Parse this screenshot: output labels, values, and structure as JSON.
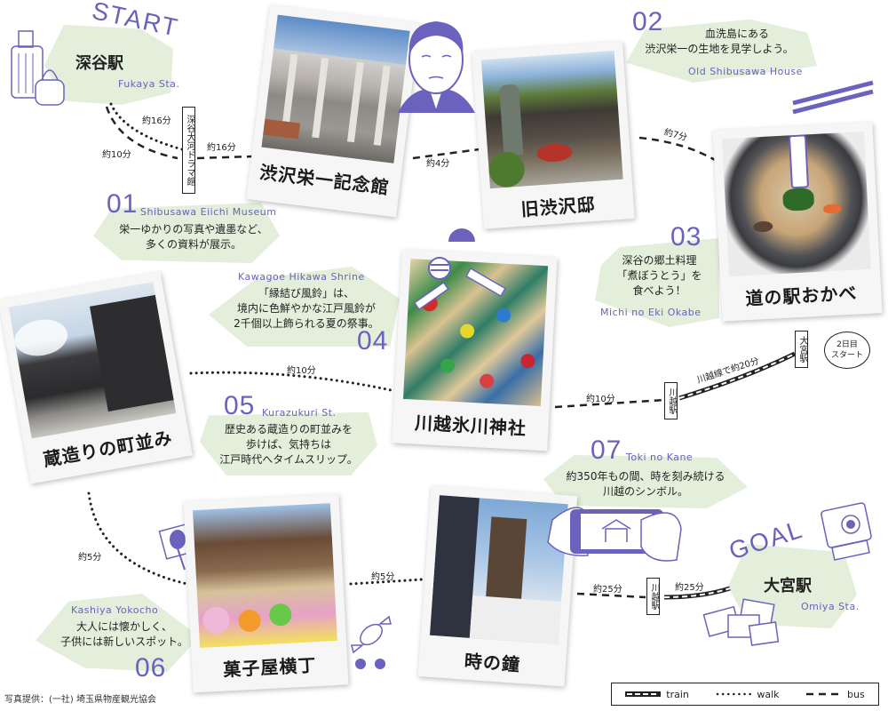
{
  "start": {
    "label": "START",
    "name_ja": "深谷駅",
    "name_en": "Fukaya Sta."
  },
  "goal": {
    "label": "GOAL",
    "name_ja": "大宮駅",
    "name_en": "Omiya Sta."
  },
  "spots": [
    {
      "number": "01",
      "name_en": "Shibusawa Eiichi Museum",
      "caption": "渋沢栄一記念館",
      "desc": [
        "栄一ゆかりの写真や遺墨など、",
        "多くの資料が展示。"
      ]
    },
    {
      "number": "02",
      "name_en": "Old Shibusawa House",
      "caption": "旧渋沢邸",
      "desc": [
        "血洗島にある",
        "渋沢栄一の生地を見学しよう。"
      ]
    },
    {
      "number": "03",
      "name_en": "Michi no Eki Okabe",
      "caption": "道の駅おかべ",
      "desc": [
        "深谷の郷土料理",
        "「煮ぼうとう」を",
        "食べよう！"
      ]
    },
    {
      "number": "04",
      "name_en": "Kawagoe Hikawa Shrine",
      "caption": "川越氷川神社",
      "desc": [
        "「縁結び風鈴」は、",
        "境内に色鮮やかな江戸風鈴が",
        "2千個以上飾られる夏の祭事。"
      ]
    },
    {
      "number": "05",
      "name_en": "Kurazukuri St.",
      "caption": "蔵造りの町並み",
      "desc": [
        "歴史ある蔵造りの町並みを",
        "歩けば、気持ちは",
        "江戸時代へタイムスリップ。"
      ]
    },
    {
      "number": "06",
      "name_en": "Kashiya Yokocho",
      "caption": "菓子屋横丁",
      "desc": [
        "大人には懐かしく、",
        "子供には新しいスポット。"
      ]
    },
    {
      "number": "07",
      "name_en": "Toki no Kane",
      "caption": "時の鐘",
      "desc": [
        "約350年もの間、時を刻み続ける",
        "川越のシンボル。"
      ]
    }
  ],
  "stations": {
    "drama_hall": "深谷大河ドラマ館",
    "kawagoe_1": "川越駅",
    "kawagoe_2": "川越駅",
    "omiya": "大宮駅"
  },
  "day2_bubble": [
    "2日目",
    "スタート"
  ],
  "times": {
    "fukaya_walk": "約16分",
    "fukaya_bus": "約10分",
    "drama_to_museum": "約16分",
    "museum_to_house": "約4分",
    "house_to_okabe": "約7分",
    "kawagoe_line": "川越線で約20分",
    "kawagoe_to_shrine": "約10分",
    "shrine_to_kura": "約10分",
    "kura_to_kashiya": "約5分",
    "kashiya_to_toki": "約5分",
    "toki_to_kawagoe": "約25分",
    "kawagoe_to_omiya": "約25分"
  },
  "legend": {
    "train": "train",
    "walk": "walk",
    "bus": "bus"
  },
  "credit": "写真提供：(一社) 埼玉県物産観光協会",
  "colors": {
    "accent": "#6a62bd",
    "blob": "#e3eedb",
    "line": "#222222"
  }
}
